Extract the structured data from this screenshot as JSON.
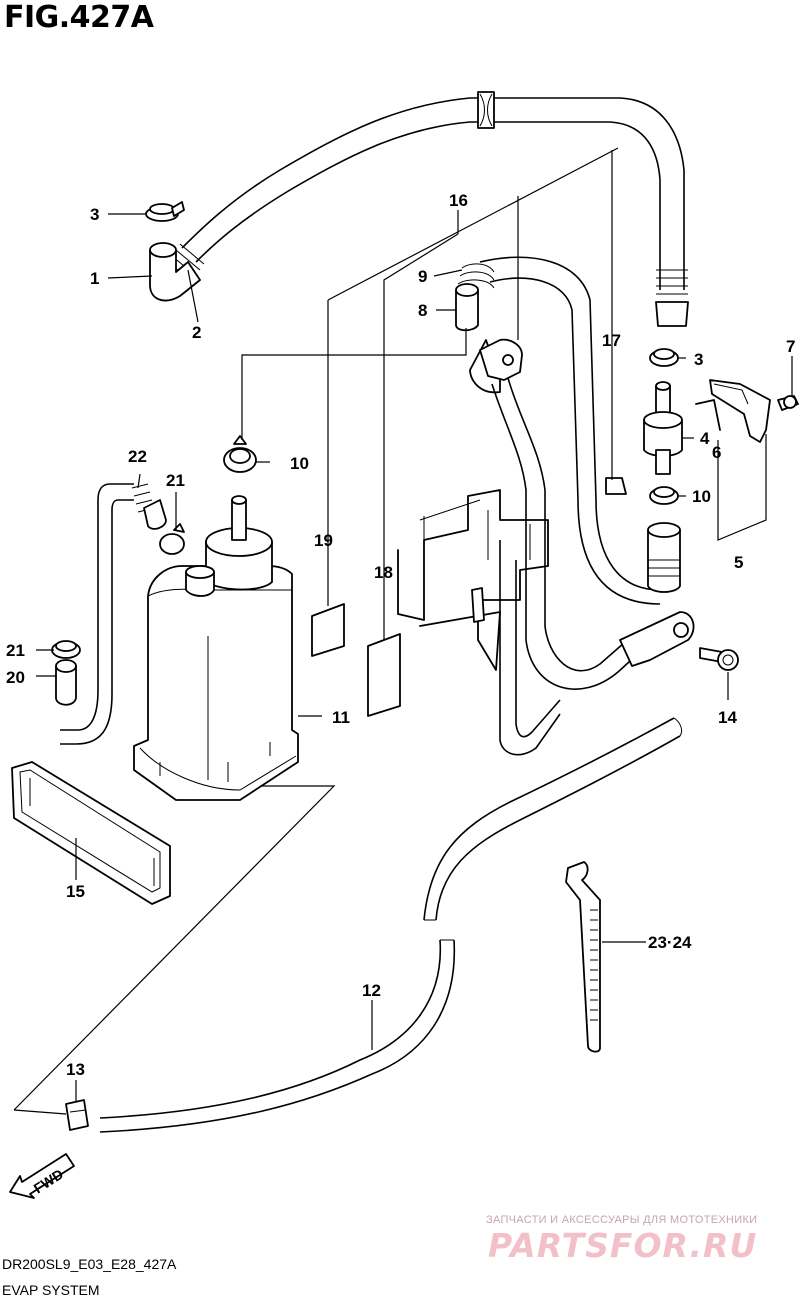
{
  "figure": {
    "title": "FIG.427A"
  },
  "footer": {
    "code": "DR200SL9_E03_E28_427A",
    "system": "EVAP SYSTEM"
  },
  "watermark": {
    "tagline": "ЗАПЧАСТИ И АКСЕССУАРЫ ДЛЯ МОТОТЕХНИКИ",
    "site": "PARTSFOR.RU"
  },
  "badge": {
    "fwd": "FWD"
  },
  "labels": {
    "p1": "1",
    "p2": "2",
    "p3a": "3",
    "p3b": "3",
    "p4": "4",
    "p5": "5",
    "p6": "6",
    "p7": "7",
    "p8": "8",
    "p9": "9",
    "p10a": "10",
    "p10b": "10",
    "p11": "11",
    "p12": "12",
    "p13": "13",
    "p14": "14",
    "p15": "15",
    "p16": "16",
    "p17": "17",
    "p18": "18",
    "p19": "19",
    "p20": "20",
    "p21a": "21",
    "p21b": "21",
    "p22": "22",
    "p2324": "23·24"
  }
}
